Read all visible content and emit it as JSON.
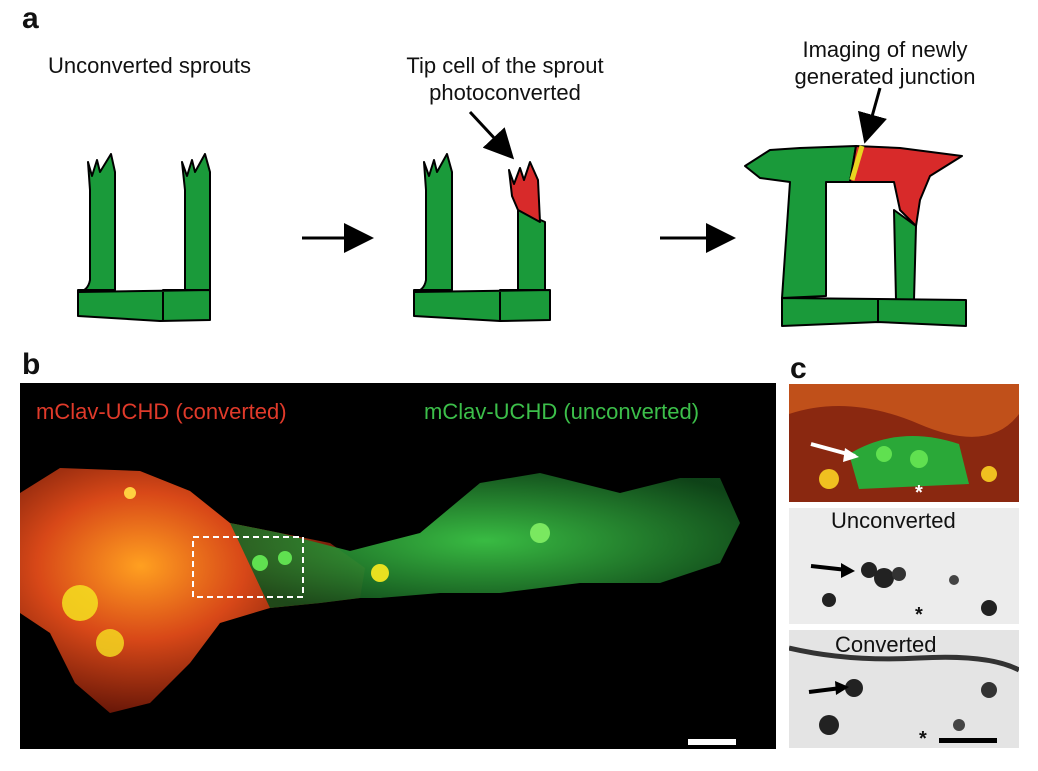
{
  "panels": {
    "a": {
      "letter": "a",
      "steps": [
        {
          "caption": "Unconverted sprouts"
        },
        {
          "caption": "Tip cell of the sprout photoconverted"
        },
        {
          "caption": "Imaging of newly generated junction"
        }
      ]
    },
    "b": {
      "letter": "b",
      "labels": {
        "converted": "mClav-UCHD (converted)",
        "unconverted": "mClav-UCHD (unconverted)"
      }
    },
    "c": {
      "letter": "c",
      "insets": [
        {
          "label": ""
        },
        {
          "label": "Unconverted"
        },
        {
          "label": "Converted"
        }
      ],
      "asterisk": "*"
    }
  },
  "colors": {
    "unconverted_green": "#1a9a3a",
    "converted_red": "#d82a2a",
    "junction_yellow": "#e8d520",
    "label_red": "#e03a2a",
    "label_green": "#3cbf4a"
  }
}
